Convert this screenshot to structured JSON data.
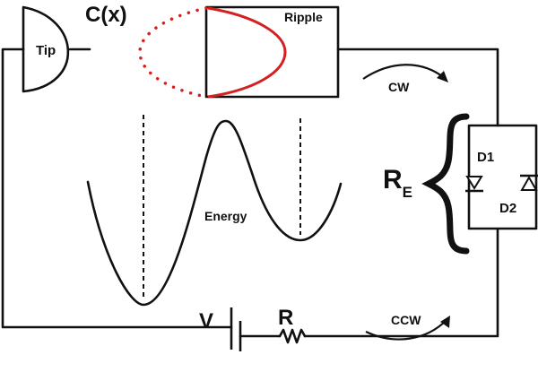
{
  "labels": {
    "tip": "Tip",
    "cx": "C(x)",
    "ripple": "Ripple",
    "energy": "Energy",
    "cw": "CW",
    "ccw": "CCW",
    "re_main": "R",
    "re_sub": "E",
    "d1": "D1",
    "d2": "D2",
    "v": "V",
    "r": "R"
  },
  "colors": {
    "line": "#111111",
    "ripple_curve": "#d42020"
  }
}
